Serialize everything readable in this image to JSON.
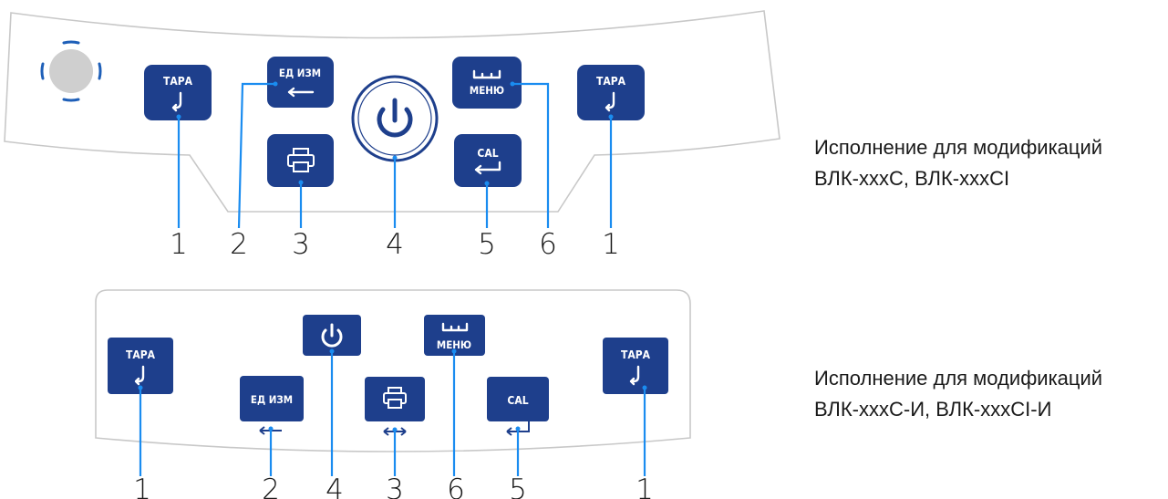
{
  "panel_top": {
    "buttons": {
      "tara_left": "ТАРА",
      "ed_izm": "ЕД ИЗМ",
      "menu_label": "МЕНЮ",
      "cal": "CAL",
      "tara_right": "ТАРА"
    },
    "numbers": [
      "1",
      "2",
      "3",
      "4",
      "5",
      "6",
      "1"
    ],
    "caption": {
      "line1": "Исполнение для модификаций",
      "line2": "ВЛК-хххС, ВЛК-хххСI"
    }
  },
  "panel_bottom": {
    "buttons": {
      "tara_left": "ТАРА",
      "ed_izm": "ЕД ИЗМ",
      "menu_label": "МЕНЮ",
      "cal": "CAL",
      "tara_right": "ТАРА"
    },
    "numbers": [
      "1",
      "2",
      "4",
      "3",
      "6",
      "5",
      "1"
    ],
    "caption": {
      "line1": "Исполнение для модификаций",
      "line2": "ВЛК-хххС-И, ВЛК-хххСI-И"
    }
  },
  "icons": [
    "tare-arrow-icon",
    "left-arrow-icon",
    "printer-icon",
    "power-icon",
    "scale-bars-icon",
    "enter-arrow-icon",
    "level-bubble-icon"
  ],
  "colors": {
    "button": "#1e3f8c",
    "leader": "#1a8cf0",
    "panel_border": "#c8c8c8"
  }
}
